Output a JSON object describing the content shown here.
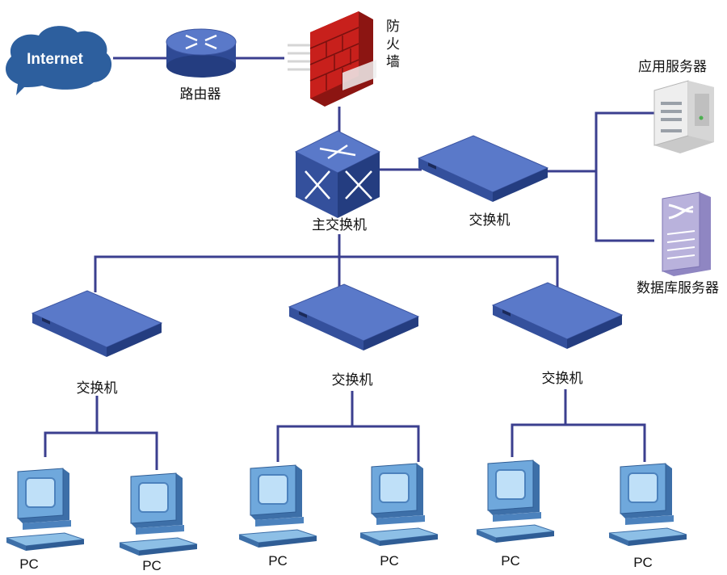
{
  "labels": {
    "internet": "Internet",
    "router": "路由器",
    "firewall": [
      "防",
      "火",
      "墙"
    ],
    "core_switch": "主交换机",
    "server_switch": "交换机",
    "app_server": "应用服务器",
    "db_server": "数据库服务器",
    "access_switches": [
      "交换机",
      "交换机",
      "交换机"
    ],
    "pcs": [
      "PC",
      "PC",
      "PC",
      "PC",
      "PC",
      "PC"
    ]
  },
  "colors": {
    "line": "#3b3f8f",
    "cloud": "#2d5f9e",
    "switch_top": "#5a79c9",
    "switch_side": "#2f4a95",
    "firewall": "#c8201c",
    "pc_body": "#6fa8dc",
    "pc_dark": "#3d6fa8",
    "server": "#e7e7e7",
    "db_server": "#b9b2dc"
  },
  "icons": [
    "cloud-icon",
    "router-icon",
    "firewall-icon",
    "core-switch-icon",
    "switch-icon",
    "server-icon",
    "database-server-icon",
    "pc-icon"
  ]
}
